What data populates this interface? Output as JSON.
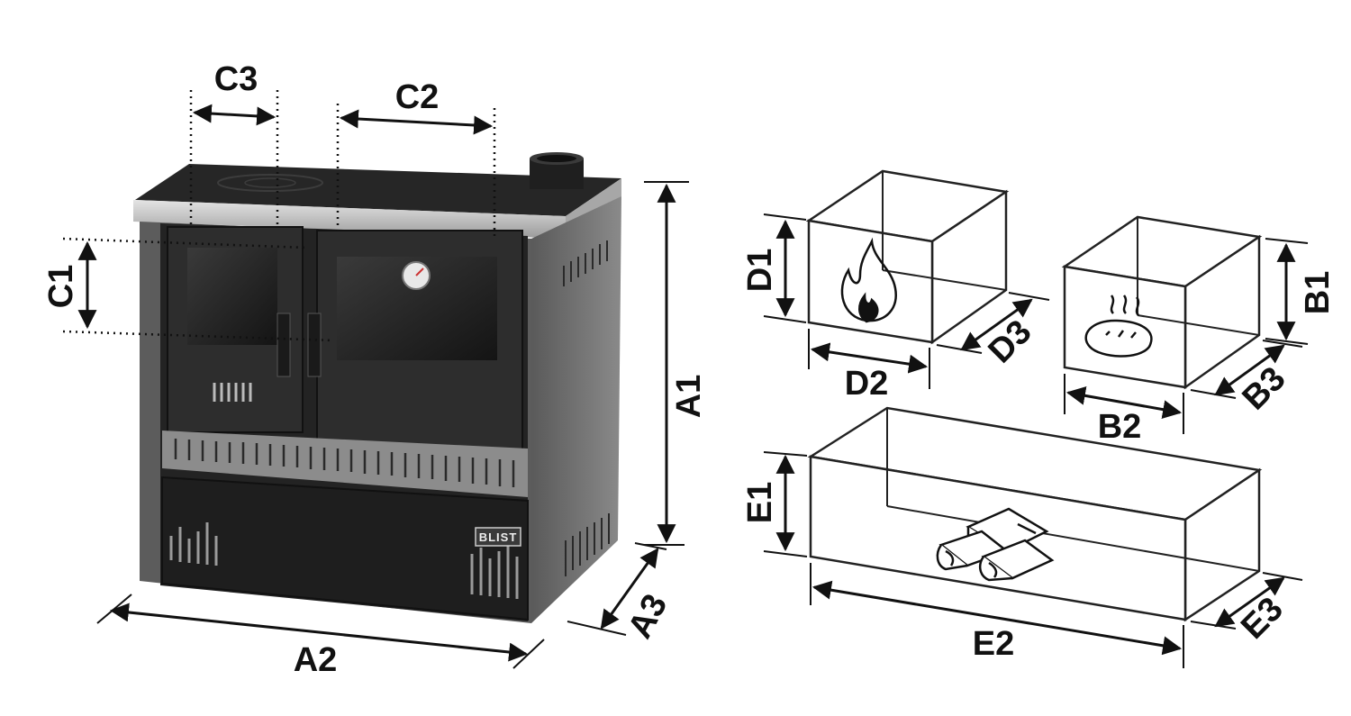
{
  "brand": "BLIST",
  "labels": {
    "A1": "A1",
    "A2": "A2",
    "A3": "A3",
    "B1": "B1",
    "B2": "B2",
    "B3": "B3",
    "C1": "C1",
    "C2": "C2",
    "C3": "C3",
    "D1": "D1",
    "D2": "D2",
    "D3": "D3",
    "E1": "E1",
    "E2": "E2",
    "E3": "E3"
  },
  "icons": {
    "firebox": "flame-icon",
    "oven": "bread-icon",
    "wood_drawer": "firewood-icon"
  },
  "colors": {
    "stove_body": "#2a2a2a",
    "stove_side": "#6e6e6e",
    "steel_rim": "#c9c9c9",
    "line": "#111111"
  }
}
